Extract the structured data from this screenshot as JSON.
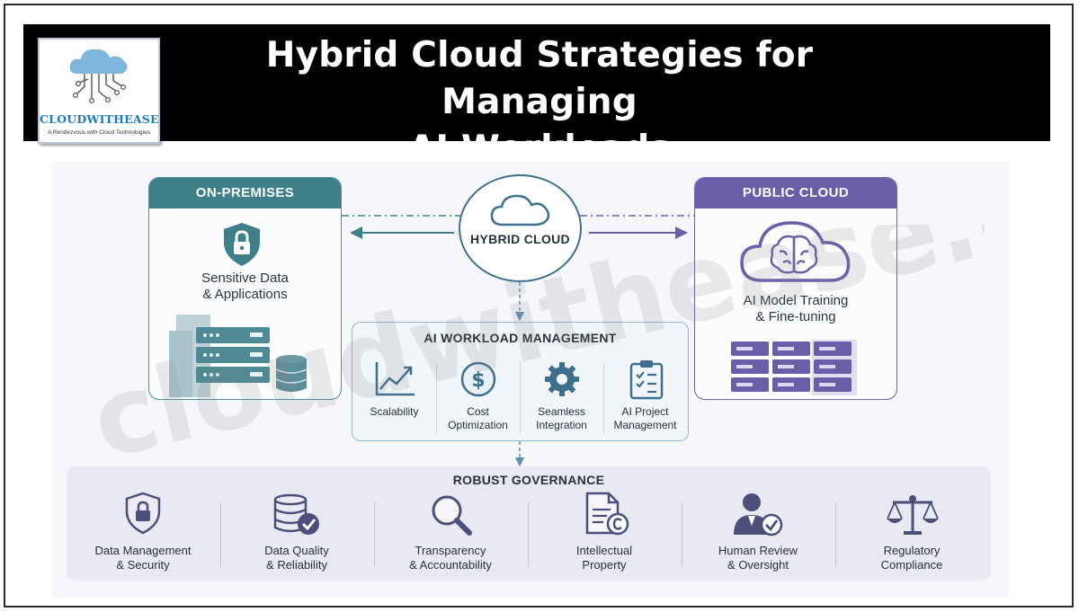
{
  "header": {
    "title_line1": "Hybrid Cloud Strategies for Managing",
    "title_line2": "AI Workloads"
  },
  "logo": {
    "name": "CLOUDWITHEASE",
    "tagline": "A Rendezvous with Cloud Technologies",
    "icon": "cloud-circuit-icon"
  },
  "on_premises": {
    "title": "ON-PREMISES",
    "text_line1": "Sensitive Data",
    "text_line2": "& Applications",
    "icons": [
      "shield-lock-icon",
      "server-stack-icon",
      "database-icon"
    ],
    "accent": "#3f7f89"
  },
  "hybrid": {
    "label": "HYBRID CLOUD",
    "icon": "cloud-icon"
  },
  "public_cloud": {
    "title": "PUBLIC CLOUD",
    "text_line1": "AI Model Training",
    "text_line2": "& Fine-tuning",
    "icons": [
      "brain-cloud-icon",
      "server-rack-icon"
    ],
    "accent": "#6a5ea9"
  },
  "ai_workload": {
    "title": "AI WORKLOAD MANAGEMENT",
    "items": [
      {
        "line1": "Scalability",
        "line2": "",
        "icon": "chart-line-icon"
      },
      {
        "line1": "Cost",
        "line2": "Optimization",
        "icon": "dollar-icon"
      },
      {
        "line1": "Seamless",
        "line2": "Integration",
        "icon": "gear-icon"
      },
      {
        "line1": "AI Project",
        "line2": "Management",
        "icon": "checklist-icon"
      }
    ]
  },
  "governance": {
    "title": "ROBUST GOVERNANCE",
    "items": [
      {
        "line1": "Data Management",
        "line2": "& Security",
        "icon": "shield-lock-icon"
      },
      {
        "line1": "Data Quality",
        "line2": "& Reliability",
        "icon": "database-check-icon"
      },
      {
        "line1": "Transparency",
        "line2": "& Accountability",
        "icon": "magnifier-icon"
      },
      {
        "line1": "Intellectual",
        "line2": "Property",
        "icon": "document-copyright-icon"
      },
      {
        "line1": "Human Review",
        "line2": "& Oversight",
        "icon": "person-check-icon"
      },
      {
        "line1": "Regulatory",
        "line2": "Compliance",
        "icon": "scales-icon"
      }
    ]
  },
  "watermark": "cloudwithease.com"
}
